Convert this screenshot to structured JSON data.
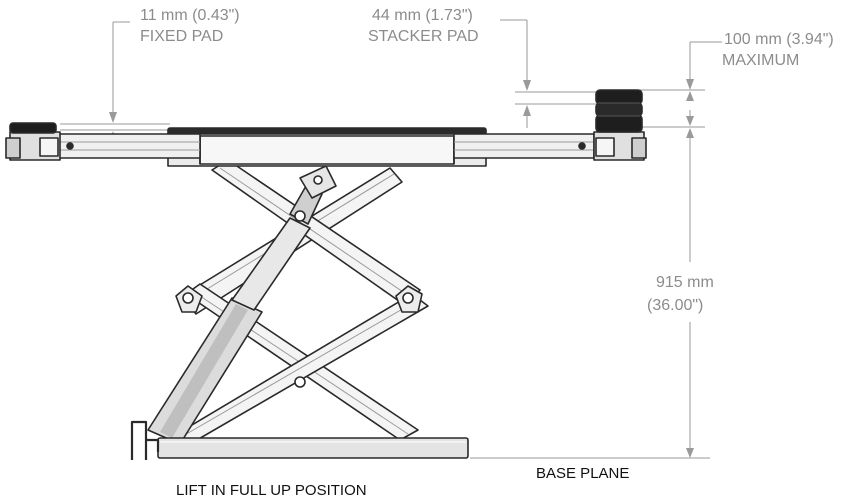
{
  "labels": {
    "fixed_pad_value": "11 mm (0.43\")",
    "fixed_pad_name": "FIXED PAD",
    "stacker_pad_value": "44 mm (1.73\")",
    "stacker_pad_name": "STACKER PAD",
    "maximum_value": "100 mm (3.94\")",
    "maximum_name": "MAXIMUM",
    "height_mm": "915 mm",
    "height_in": "(36.00\")",
    "base_plane": "BASE PLANE",
    "caption": "LIFT IN FULL UP POSITION"
  },
  "colors": {
    "outline": "#2a2a2a",
    "part_fill": "#f2f2f2",
    "shade": "#d9d9d9",
    "pad_dark": "#1e1e1e",
    "dimension_text": "#8c8c8c",
    "caption_text": "#111111"
  }
}
